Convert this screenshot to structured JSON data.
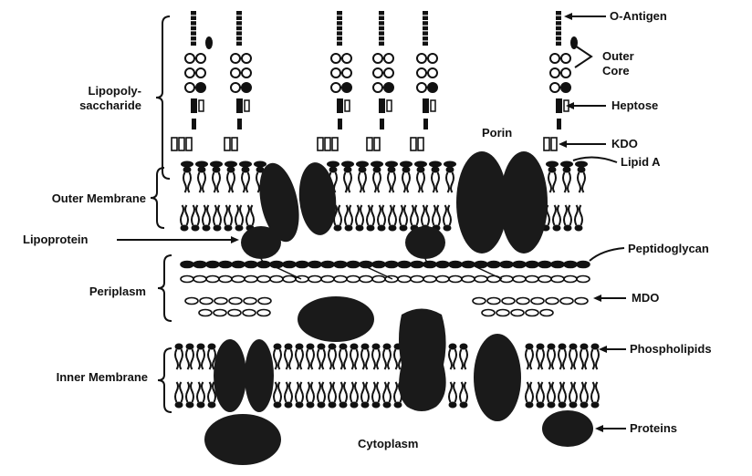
{
  "labels": {
    "lipopolysaccharide_line1": "Lipopoly-",
    "lipopolysaccharide_line2": "saccharide",
    "outer_membrane": "Outer Membrane",
    "lipoprotein": "Lipoprotein",
    "periplasm": "Periplasm",
    "inner_membrane": "Inner Membrane",
    "o_antigen": "O-Antigen",
    "outer_core_line1": "Outer",
    "outer_core_line2": "Core",
    "heptose": "Heptose",
    "kdo": "KDO",
    "lipid_a": "Lipid A",
    "porin": "Porin",
    "peptidoglycan": "Peptidoglycan",
    "mdo": "MDO",
    "phospholipids": "Phospholipids",
    "proteins": "Proteins",
    "cytoplasm": "Cytoplasm"
  },
  "colors": {
    "ink": "#111111",
    "paper": "#ffffff"
  }
}
